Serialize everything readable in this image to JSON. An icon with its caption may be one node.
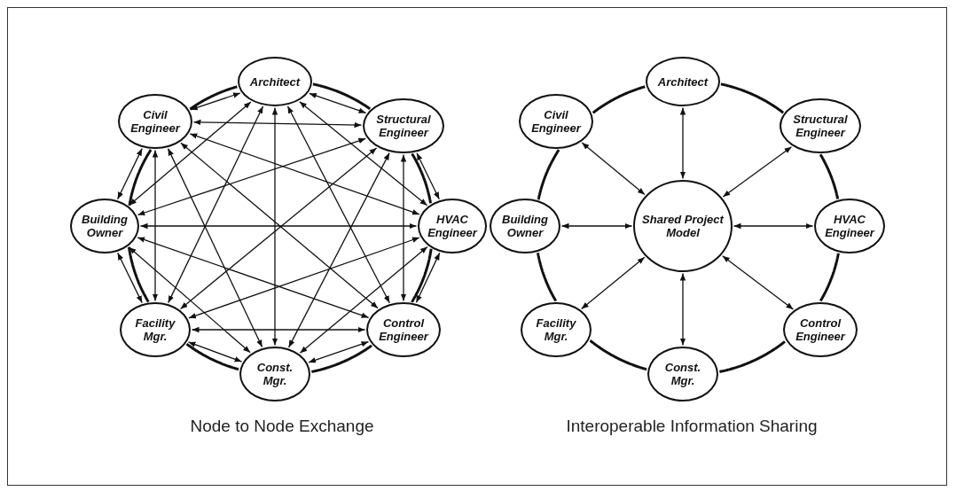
{
  "diagram": {
    "nodes": [
      {
        "text": [
          "Architect"
        ]
      },
      {
        "text": [
          "Civil Engineer"
        ]
      },
      {
        "text": [
          "Structural Engineer"
        ]
      },
      {
        "text": [
          "Building Owner"
        ]
      },
      {
        "text": [
          "HVAC Engineer"
        ]
      },
      {
        "text": [
          "Facility Mgr."
        ]
      },
      {
        "text": [
          "Control Engineer"
        ]
      },
      {
        "text": [
          "Const. Mgr."
        ]
      },
      {
        "text": [
          "Architect"
        ]
      },
      {
        "text": [
          "Civil Engineer"
        ]
      },
      {
        "text": [
          "Structural Engineer"
        ]
      },
      {
        "text": [
          "Building Owner"
        ]
      },
      {
        "text": [
          "Shared Project Model"
        ]
      },
      {
        "text": [
          "HVAC Engineer"
        ]
      },
      {
        "text": [
          "Facility Mgr."
        ]
      },
      {
        "text": [
          "Control Engineer"
        ]
      },
      {
        "text": [
          "Const. Mgr."
        ]
      }
    ],
    "edges": [
      {
        "from": 0,
        "to": 2,
        "arrow": "none",
        "style": "thick"
      },
      {
        "from": 2,
        "to": 4,
        "arrow": "none",
        "style": "thick"
      },
      {
        "from": 4,
        "to": 6,
        "arrow": "none",
        "style": "thick"
      },
      {
        "from": 6,
        "to": 7,
        "arrow": "none",
        "style": "thick"
      },
      {
        "from": 7,
        "to": 5,
        "arrow": "none",
        "style": "thick"
      },
      {
        "from": 5,
        "to": 3,
        "arrow": "none",
        "style": "thick"
      },
      {
        "from": 3,
        "to": 1,
        "arrow": "none",
        "style": "thick"
      },
      {
        "from": 1,
        "to": 0,
        "arrow": "none",
        "style": "thick"
      },
      {
        "from": 0,
        "to": 1,
        "arrow": "both"
      },
      {
        "from": 0,
        "to": 2,
        "arrow": "both"
      },
      {
        "from": 0,
        "to": 3,
        "arrow": "both"
      },
      {
        "from": 0,
        "to": 4,
        "arrow": "both"
      },
      {
        "from": 0,
        "to": 5,
        "arrow": "both"
      },
      {
        "from": 0,
        "to": 6,
        "arrow": "both"
      },
      {
        "from": 0,
        "to": 7,
        "arrow": "both"
      },
      {
        "from": 1,
        "to": 2,
        "arrow": "both"
      },
      {
        "from": 1,
        "to": 3,
        "arrow": "both"
      },
      {
        "from": 1,
        "to": 4,
        "arrow": "both"
      },
      {
        "from": 1,
        "to": 5,
        "arrow": "both"
      },
      {
        "from": 1,
        "to": 6,
        "arrow": "both"
      },
      {
        "from": 1,
        "to": 7,
        "arrow": "both"
      },
      {
        "from": 2,
        "to": 3,
        "arrow": "both"
      },
      {
        "from": 2,
        "to": 4,
        "arrow": "both"
      },
      {
        "from": 2,
        "to": 5,
        "arrow": "both"
      },
      {
        "from": 2,
        "to": 6,
        "arrow": "both"
      },
      {
        "from": 2,
        "to": 7,
        "arrow": "both"
      },
      {
        "from": 3,
        "to": 4,
        "arrow": "both"
      },
      {
        "from": 3,
        "to": 5,
        "arrow": "both"
      },
      {
        "from": 3,
        "to": 6,
        "arrow": "both"
      },
      {
        "from": 3,
        "to": 7,
        "arrow": "both"
      },
      {
        "from": 4,
        "to": 5,
        "arrow": "both"
      },
      {
        "from": 4,
        "to": 6,
        "arrow": "both"
      },
      {
        "from": 4,
        "to": 7,
        "arrow": "both"
      },
      {
        "from": 5,
        "to": 6,
        "arrow": "both"
      },
      {
        "from": 5,
        "to": 7,
        "arrow": "both"
      },
      {
        "from": 6,
        "to": 7,
        "arrow": "both"
      },
      {
        "from": 8,
        "to": 10,
        "arrow": "none",
        "style": "thick"
      },
      {
        "from": 10,
        "to": 13,
        "arrow": "none",
        "style": "thick"
      },
      {
        "from": 13,
        "to": 15,
        "arrow": "none",
        "style": "thick"
      },
      {
        "from": 15,
        "to": 16,
        "arrow": "none",
        "style": "thick"
      },
      {
        "from": 16,
        "to": 14,
        "arrow": "none",
        "style": "thick"
      },
      {
        "from": 14,
        "to": 11,
        "arrow": "none",
        "style": "thick"
      },
      {
        "from": 11,
        "to": 9,
        "arrow": "none",
        "style": "thick"
      },
      {
        "from": 9,
        "to": 8,
        "arrow": "none",
        "style": "thick"
      },
      {
        "from": 12,
        "to": 8,
        "arrow": "both"
      },
      {
        "from": 12,
        "to": 9,
        "arrow": "both"
      },
      {
        "from": 12,
        "to": 10,
        "arrow": "both"
      },
      {
        "from": 12,
        "to": 11,
        "arrow": "both"
      },
      {
        "from": 12,
        "to": 13,
        "arrow": "both"
      },
      {
        "from": 12,
        "to": 14,
        "arrow": "both"
      },
      {
        "from": 12,
        "to": 15,
        "arrow": "both"
      },
      {
        "from": 12,
        "to": 16,
        "arrow": "both"
      }
    ],
    "labels": [
      "Node to Node Exchange",
      "Interoperable Information Sharing"
    ]
  }
}
